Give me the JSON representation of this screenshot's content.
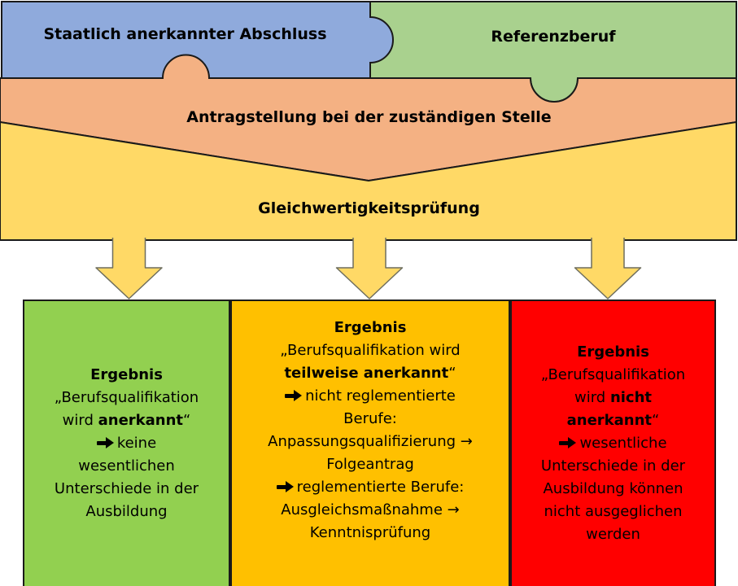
{
  "palette": {
    "blue": "#8FAADC",
    "green": "#A9D18E",
    "orange": "#F4B183",
    "yellow": "#FFD966",
    "box_green": "#92D050",
    "box_amber": "#FFC000",
    "box_red": "#FF0000",
    "outline": "#1A1A1A",
    "text": "#000000"
  },
  "puzzle": {
    "left_label": "Staatlich anerkannter Abschluss",
    "right_label": "Referenzberuf"
  },
  "process": {
    "application_label": "Antragstellung bei der zuständigen Stelle",
    "equivalence_label": "Gleichwertigkeitsprüfung"
  },
  "result_boxes": [
    {
      "id": "anerkannt",
      "color": "#92D050",
      "lines": [
        [
          {
            "t": "Ergebnis",
            "b": true
          }
        ],
        [
          {
            "t": "„Berufsqualifikation"
          }
        ],
        [
          {
            "t": "wird "
          },
          {
            "t": "anerkannt",
            "b": true
          },
          {
            "t": "“"
          }
        ],
        [
          {
            "icon": "heavy-right-arrow"
          },
          {
            "t": "keine"
          }
        ],
        [
          {
            "t": "wesentlichen"
          }
        ],
        [
          {
            "t": "Unterschiede in der"
          }
        ],
        [
          {
            "t": "Ausbildung"
          }
        ]
      ]
    },
    {
      "id": "teilweise-anerkannt",
      "color": "#FFC000",
      "lines": [
        [
          {
            "t": "Ergebnis",
            "b": true
          }
        ],
        [
          {
            "t": "„Berufsqualifikation wird"
          }
        ],
        [
          {
            "t": "teilweise anerkannt",
            "b": true
          },
          {
            "t": "“"
          }
        ],
        [
          {
            "icon": "heavy-right-arrow"
          },
          {
            "t": "nicht reglementierte"
          }
        ],
        [
          {
            "t": "Berufe:"
          }
        ],
        [
          {
            "t": "Anpassungsqualifizierung →"
          }
        ],
        [
          {
            "t": "Folgeantrag"
          }
        ],
        [
          {
            "icon": "heavy-right-arrow"
          },
          {
            "t": "reglementierte Berufe:"
          }
        ],
        [
          {
            "t": "Ausgleichsmaßnahme →"
          }
        ],
        [
          {
            "t": "Kenntnisprüfung"
          }
        ]
      ]
    },
    {
      "id": "nicht-anerkannt",
      "color": "#FF0000",
      "lines": [
        [
          {
            "t": "Ergebnis",
            "b": true
          }
        ],
        [
          {
            "t": "„Berufsqualifikation"
          }
        ],
        [
          {
            "t": "wird "
          },
          {
            "t": "nicht",
            "b": true
          }
        ],
        [
          {
            "t": "anerkannt",
            "b": true
          },
          {
            "t": "“"
          }
        ],
        [
          {
            "icon": "heavy-right-arrow"
          },
          {
            "t": "wesentliche"
          }
        ],
        [
          {
            "t": "Unterschiede in der"
          }
        ],
        [
          {
            "t": "Ausbildung können"
          }
        ],
        [
          {
            "t": "nicht ausgeglichen"
          }
        ],
        [
          {
            "t": "werden"
          }
        ]
      ]
    }
  ]
}
